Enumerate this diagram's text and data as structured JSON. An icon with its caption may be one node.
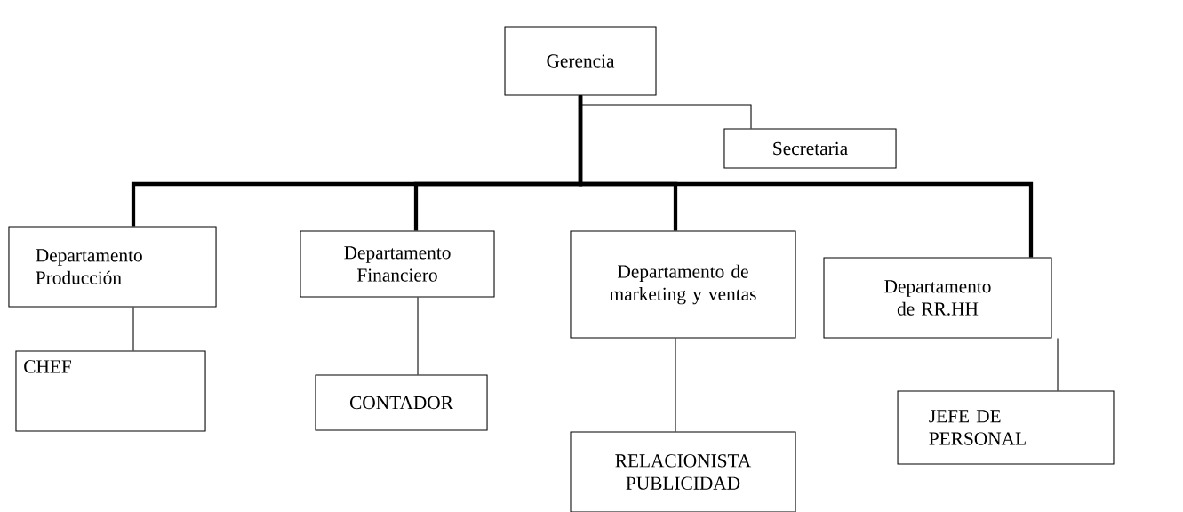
{
  "diagram": {
    "nodes": [
      {
        "text": [
          "Gerencia"
        ]
      },
      {
        "text": [
          "Secretaria"
        ]
      },
      {
        "text": [
          "Departamento Producción"
        ]
      },
      {
        "text": [
          "Departamento Financiero"
        ]
      },
      {
        "text": [
          "Departamento de marketing y ventas"
        ]
      },
      {
        "text": [
          "Departamento de RR.HH"
        ]
      },
      {
        "text": [
          "CHEF"
        ]
      },
      {
        "text": [
          "CONTADOR"
        ]
      },
      {
        "text": [
          "RELACIONISTA PUBLICIDAD"
        ]
      },
      {
        "text": [
          "JEFE DE PERSONAL"
        ]
      }
    ],
    "edges": [
      {
        "from": 0,
        "to": 1,
        "arrow": "none"
      },
      {
        "from": 0,
        "to": 2,
        "arrow": "none",
        "style": "thick"
      },
      {
        "from": 0,
        "to": 3,
        "arrow": "none",
        "style": "thick"
      },
      {
        "from": 0,
        "to": 4,
        "arrow": "none",
        "style": "thick"
      },
      {
        "from": 0,
        "to": 5,
        "arrow": "none",
        "style": "thick"
      },
      {
        "from": 2,
        "to": 6,
        "arrow": "none"
      },
      {
        "from": 3,
        "to": 7,
        "arrow": "none"
      },
      {
        "from": 4,
        "to": 8,
        "arrow": "none"
      },
      {
        "from": 5,
        "to": 9,
        "arrow": "none"
      }
    ]
  }
}
